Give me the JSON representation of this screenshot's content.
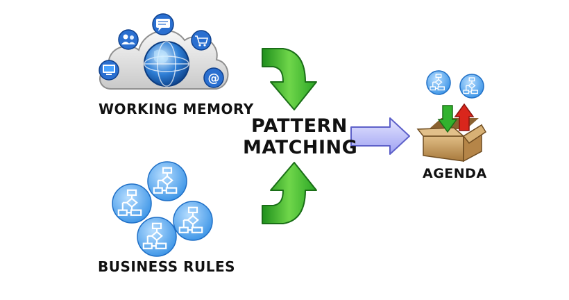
{
  "labels": {
    "working_memory": "WORKING MEMORY",
    "pattern_line1": "PATTERN",
    "pattern_line2": "MATCHING",
    "agenda": "AGENDA",
    "business_rules": "BUSINESS RULES"
  },
  "icons": {
    "memory_cloud": "cloud-icon",
    "globe": "globe-icon",
    "users": "users-icon",
    "chat": "chat-icon",
    "cart": "shopping-cart-icon",
    "computer": "computer-icon",
    "email": "at-sign-icon",
    "flowchart": "flowchart-icon",
    "arrow_down": "green-arrow-down-icon",
    "arrow_up": "green-arrow-up-icon",
    "arrow_right": "arrow-right-icon",
    "box": "open-box-icon",
    "in_arrow": "green-arrow-in-icon",
    "out_arrow": "red-arrow-out-icon"
  },
  "colors": {
    "node_blue": "#3a93e6",
    "node_light": "#9fd0ff",
    "arrow_green": "#2fae2b",
    "arrow_green_light": "#8be35a",
    "right_arrow": "#b7b9ff",
    "box_tan": "#c79a5b",
    "red": "#d9261c",
    "cloud_grey": "#dadada"
  }
}
